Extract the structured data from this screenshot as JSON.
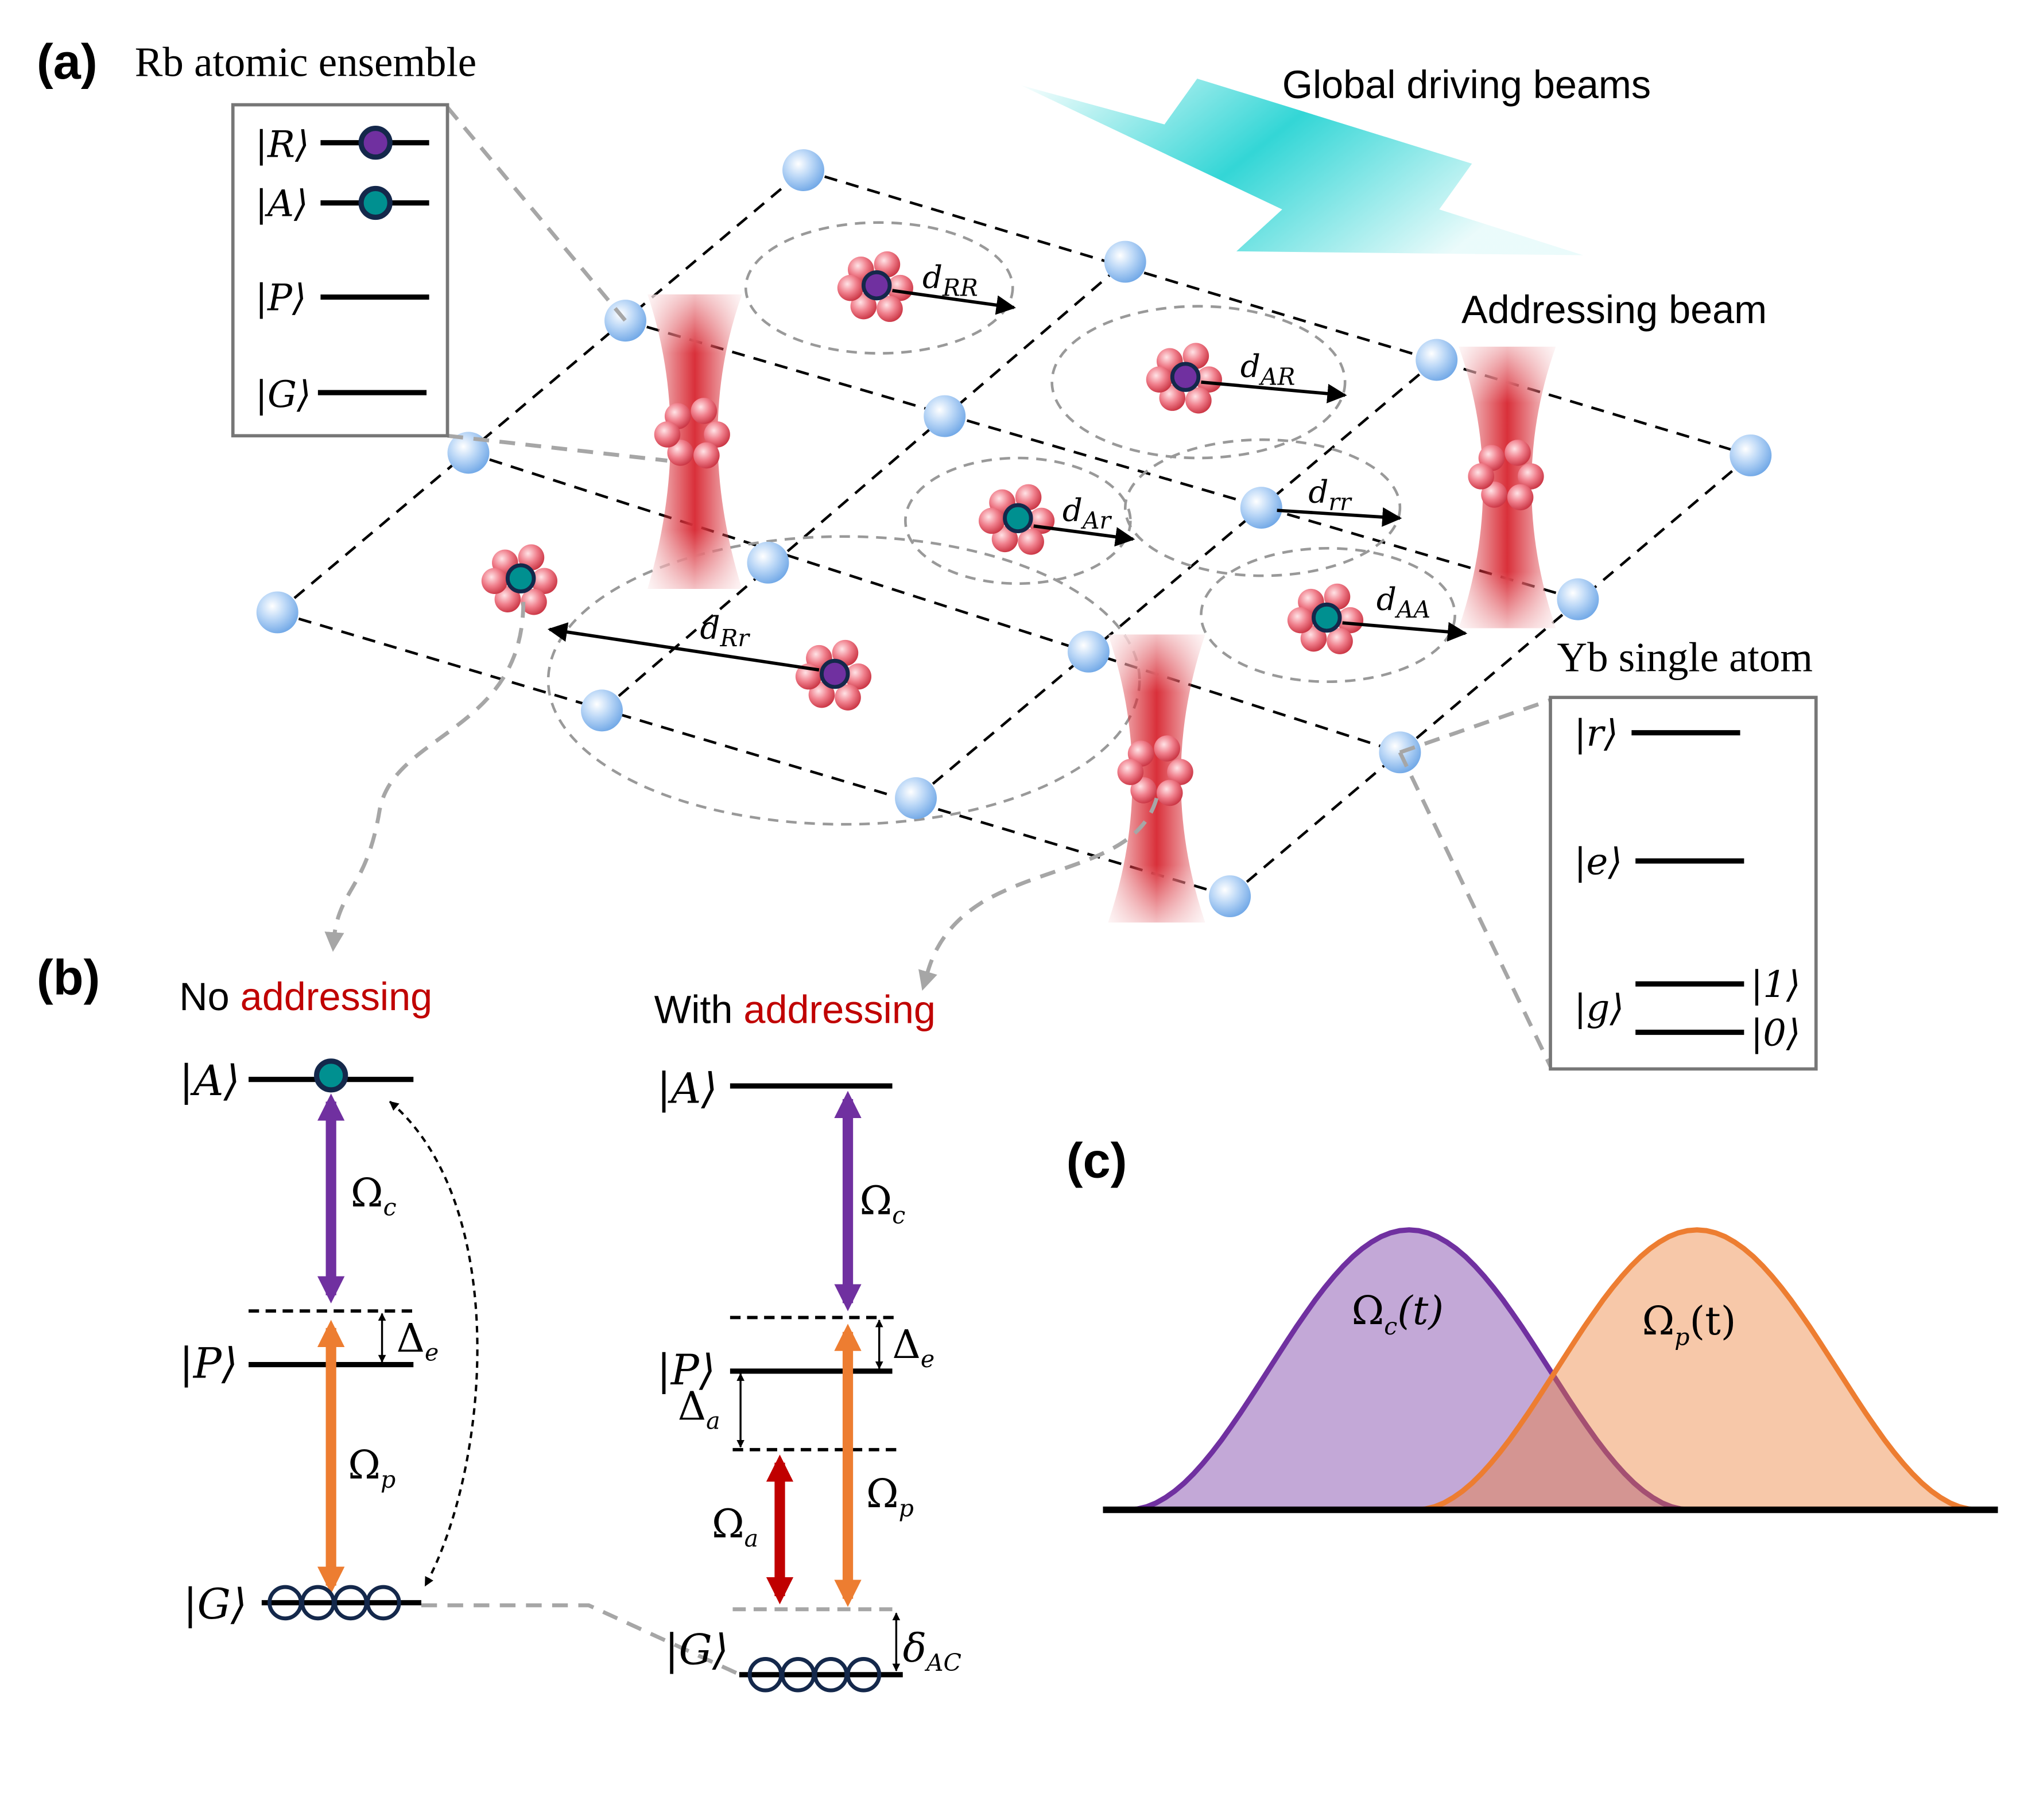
{
  "panel_a": {
    "label": "(a)",
    "rb_title": "Rb atomic ensemble",
    "global_beams": "Global driving beams",
    "addressing_beam": "Addressing beam",
    "yb_title": "Yb single atom",
    "rb_levels": [
      "|R⟩",
      "|A⟩",
      "|P⟩",
      "|G⟩"
    ],
    "yb_levels": [
      "|r⟩",
      "|e⟩",
      "|g⟩"
    ],
    "yb_qubit": [
      "|1⟩",
      "|0⟩"
    ],
    "distances": [
      {
        "base": "d",
        "sub": "RR"
      },
      {
        "base": "d",
        "sub": "AR"
      },
      {
        "base": "d",
        "sub": "rr"
      },
      {
        "base": "d",
        "sub": "Ar"
      },
      {
        "base": "d",
        "sub": "AA"
      },
      {
        "base": "d",
        "sub": "Rr"
      }
    ]
  },
  "panel_b": {
    "label": "(b)",
    "left_title_prefix": "No ",
    "left_title_highlight": "addressing",
    "right_title_prefix": "With ",
    "right_title_highlight": "addressing",
    "levels": [
      "|A⟩",
      "|P⟩",
      "|G⟩"
    ],
    "omega_c": {
      "base": "Ω",
      "sub": "c"
    },
    "omega_p": {
      "base": "Ω",
      "sub": "p"
    },
    "omega_a": {
      "base": "Ω",
      "sub": "a"
    },
    "delta_e": {
      "base": "Δ",
      "sub": "e"
    },
    "delta_a": {
      "base": "Δ",
      "sub": "a"
    },
    "delta_ac": {
      "base": "δ",
      "sub": "AC"
    }
  },
  "panel_c": {
    "label": "(c)",
    "pulse_c": {
      "base": "Ω",
      "sub": "c",
      "arg": "(t)"
    },
    "pulse_p": {
      "base": "Ω",
      "sub": "p",
      "arg": "(t)"
    }
  },
  "colors": {
    "rydberg_R": "#7030a0",
    "state_A": "#009090",
    "pulse_c": "#7030a0",
    "pulse_p": "#ed7d31",
    "omega_a": "#c00000",
    "highlight_text": "#c00000",
    "beam_global": "#33d6d6",
    "beam_addressing": "#d9303a",
    "yb_atom": "#8fbff0"
  }
}
